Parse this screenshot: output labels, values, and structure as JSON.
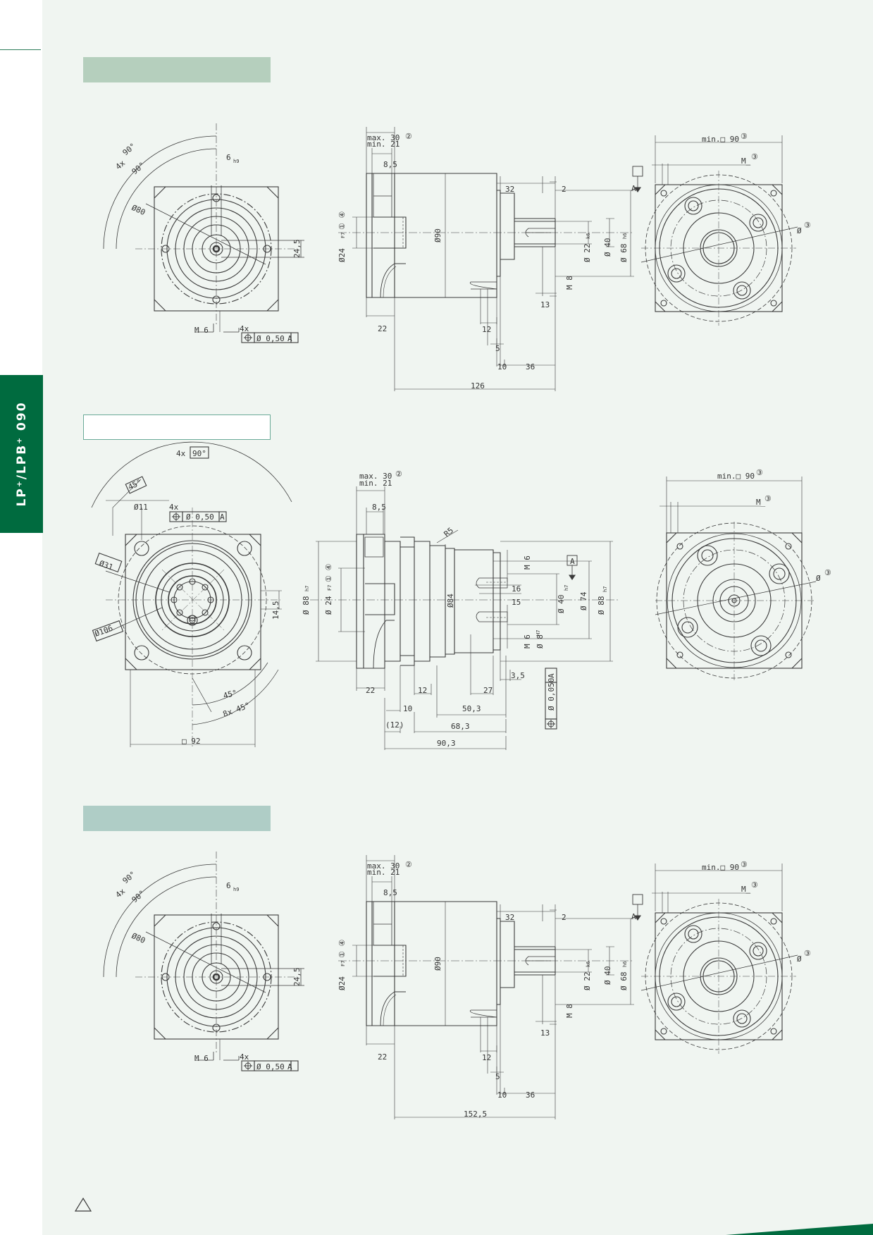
{
  "side_tab": {
    "label": "LP⁺/LPB⁺ 090"
  },
  "colors": {
    "accent_green": "#006b3f",
    "label_green_1": "#b5cfbd",
    "label_green_3": "#afcdc6",
    "background": "#f0f5f1",
    "line": "#3a3a3a"
  },
  "row1": {
    "front": {
      "a1": "4x",
      "a2": "90°",
      "a3": "90°",
      "keyw": "6",
      "keyw_tol": "h9",
      "pcd": "Ø80",
      "key_h": "24,5",
      "thread": "M 6",
      "fcf_count": "4x",
      "fcf": "Ø 0,50",
      "fcf_datum": "A"
    },
    "side": {
      "max": "max. 30",
      "min": "min. 21",
      "n2": "②",
      "d85": "8,5",
      "bore": "Ø24",
      "bore_tol": "F7",
      "n14": "① ④",
      "d90": "Ø90",
      "d32": "32",
      "d2": "2",
      "datum": "A",
      "d22": "Ø 22",
      "d22t": "k6",
      "d40": "Ø 40",
      "d68": "Ø 68",
      "d68t": "h6",
      "m8": "M 8",
      "d13": "13",
      "d22b": "22",
      "d12": "12",
      "d5": "5",
      "d10": "10",
      "d36": "36",
      "total": "126"
    },
    "rear": {
      "min": "min.□ 90",
      "n3": "③",
      "m": "M_",
      "mn3": "③",
      "dia": "Ø",
      "diat": "③"
    }
  },
  "row2": {
    "front": {
      "a1": "4x",
      "a2": "90°",
      "a3": "45°",
      "d11": "Ø11",
      "fcf_count": "4x",
      "fcf": "Ø 0,50",
      "fcf_datum": "A",
      "d31": "Ø31",
      "d106": "Ø106",
      "d145": "14,5",
      "a45": "45°",
      "a845": "8x 45°",
      "sq": "□ 92"
    },
    "side": {
      "max": "max. 30",
      "min": "min. 21",
      "n2": "②",
      "d85": "8,5",
      "r5": "R5",
      "d88": "Ø 88",
      "d88t": "h7",
      "bore": "Ø 24",
      "bore_tol": "F7",
      "n14": "① ④",
      "d84": "Ø84",
      "m6a": "M 6",
      "datum": "A",
      "d16": "16",
      "d15": "15",
      "d40": "Ø 40",
      "d40t": "h7",
      "d74": "Ø 74",
      "d88b": "Ø 88",
      "d88bt": "h7",
      "m6b": "M 6",
      "d8": "Ø 8",
      "d8t": "H7",
      "d35": "3,5",
      "fcf": "Ø 0,050",
      "fcf_datum": "A",
      "d22": "22",
      "d12": "12",
      "d27": "27",
      "d10": "10",
      "d503": "50,3",
      "d12p": "(12)",
      "d683": "68,3",
      "d903": "90,3"
    },
    "rear": {
      "min": "min.□ 90",
      "n3": "③",
      "m": "M_",
      "mn3": "③",
      "dia": "Ø",
      "diat": "③"
    }
  },
  "row3": {
    "front": {
      "a1": "4x",
      "a2": "90°",
      "a3": "90°",
      "keyw": "6",
      "keyw_tol": "h9",
      "pcd": "Ø80",
      "key_h": "24,5",
      "thread": "M 6",
      "fcf_count": "4x",
      "fcf": "Ø 0,50",
      "fcf_datum": "A"
    },
    "side": {
      "max": "max. 30",
      "min": "min. 21",
      "n2": "②",
      "d85": "8,5",
      "bore": "Ø24",
      "bore_tol": "F7",
      "n14": "① ④",
      "d90": "Ø90",
      "d32": "32",
      "d2": "2",
      "datum": "A",
      "d22": "Ø 22",
      "d22t": "k6",
      "d40": "Ø 40",
      "d68": "Ø 68",
      "d68t": "h6",
      "m8": "M 8",
      "d13": "13",
      "d22b": "22",
      "d12": "12",
      "d5": "5",
      "d10": "10",
      "d36": "36",
      "total": "152,5"
    },
    "rear": {
      "min": "min.□ 90",
      "n3": "③",
      "m": "M_",
      "mn3": "③",
      "dia": "Ø",
      "diat": "③"
    }
  }
}
